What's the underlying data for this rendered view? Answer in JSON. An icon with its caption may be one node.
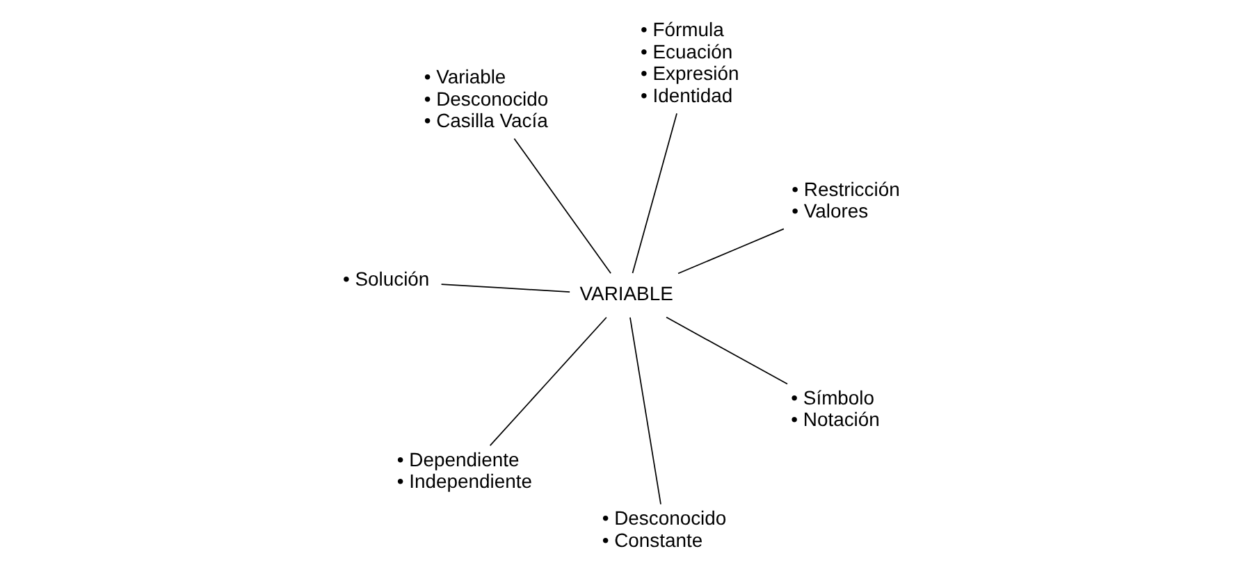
{
  "diagram": {
    "nodes": [
      {
        "text": [
          "• Solución"
        ]
      },
      {
        "text": [
          "• Restricción",
          "• Valores"
        ]
      },
      {
        "text": [
          "• Desconocido",
          "• Constante"
        ]
      },
      {
        "text": [
          "• Fórmula",
          "• Ecuación",
          "• Expresión",
          "• Identidad"
        ]
      },
      {
        "text": [
          "VARIABLE"
        ]
      },
      {
        "text": [
          "• Variable",
          "• Desconocido",
          "• Casilla Vacía"
        ]
      },
      {
        "text": [
          "• Dependiente",
          "• Independiente"
        ]
      },
      {
        "text": [
          "• Símbolo",
          "• Notación"
        ]
      }
    ],
    "edges": [
      {
        "from": 4,
        "to": 0,
        "arrow": "none"
      },
      {
        "from": 4,
        "to": 1,
        "arrow": "none"
      },
      {
        "from": 4,
        "to": 2,
        "arrow": "none"
      },
      {
        "from": 4,
        "to": 5,
        "arrow": "none"
      },
      {
        "from": 4,
        "to": 7,
        "arrow": "none"
      },
      {
        "from": 4,
        "to": 6,
        "arrow": "none"
      },
      {
        "from": 4,
        "to": 3,
        "arrow": "none"
      }
    ]
  }
}
